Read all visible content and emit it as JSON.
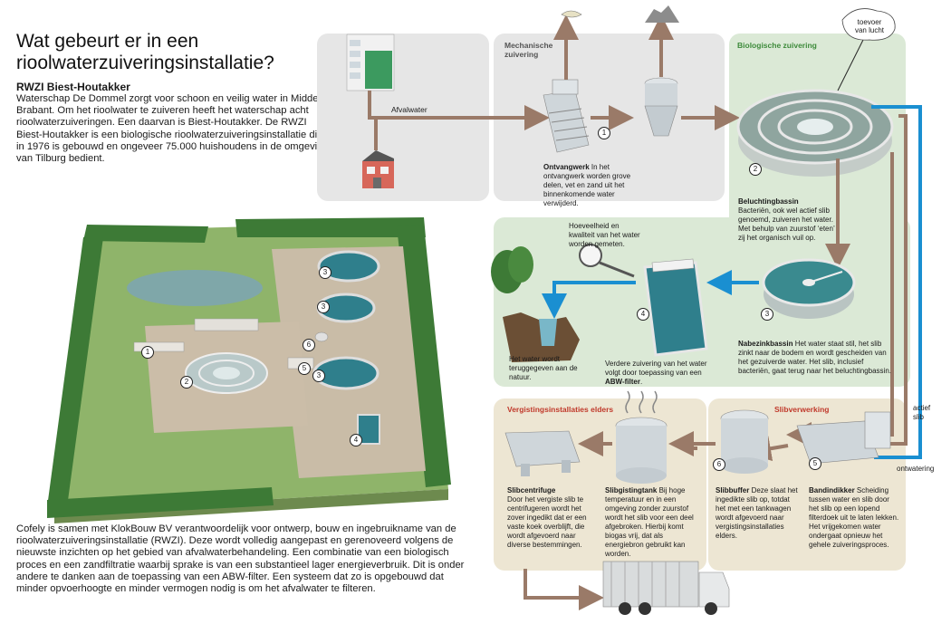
{
  "title": "Wat gebeurt er in een rioolwaterzuiveringsinstallatie?",
  "subtitle": "RWZI Biest-Houtakker",
  "intro": "Waterschap De Dommel zorgt voor schoon en veilig water in Midden-Brabant. Om het rioolwater te zuiveren heeft het waterschap acht rioolwaterzuiveringen. Een daarvan is Biest-Houtakker. De RWZI Biest-Houtakker is een biologische rioolwaterzuiveringsinstallatie die in 1976 is gebouwd en ongeveer 75.000 huishoudens in de omgeving van Tilburg bedient.",
  "outro": "Cofely is samen met KlokBouw BV verantwoordelijk voor ontwerp, bouw en ingebruikname van de rioolwaterzuiveringsinstallatie (RWZI). Deze wordt volledig aangepast en gerenoveerd volgens de nieuwste inzichten op het gebied van afvalwaterbehandeling. Een combinatie van een biologisch proces en een zandfiltratie waarbij sprake is van een substantieel lager energieverbruik. Dit is onder andere te danken aan de toepassing van een ABW-filter. Een systeem dat zo is opgebouwd dat minder opvoerhoogte en minder vermogen nodig is om het afvalwater te filteren.",
  "labels": {
    "afvalwater": "Afvalwater",
    "mechanische": "Mechanische zuivering",
    "biologische": "Biologische  zuivering",
    "toevoer": "toevoer van lucht",
    "vergisting": "Vergistingsinstallaties elders",
    "slibverwerking": "Slibverwerking",
    "actief_slib": "actief slib",
    "ontwatering": "ontwatering",
    "meting": "Hoeveelheid en kwaliteit van het water worden gemeten."
  },
  "map_numbers": [
    "1",
    "2",
    "3",
    "3",
    "3",
    "4",
    "5",
    "6"
  ],
  "steps": {
    "ontvangwerk": {
      "num": "1",
      "name": "Ontvangwerk",
      "text": " In het ontvangwerk worden grove delen, vet en zand uit het binnenkomende water verwijderd."
    },
    "beluchting": {
      "num": "2",
      "name": "Beluchtingbassin",
      "text": "Bacteriën, ook wel actief slib genoemd, zuiveren het water. Met behulp van zuurstof ‘eten’ zij het organisch vuil op."
    },
    "nabezink": {
      "num": "3",
      "name": "Nabezinkbassin",
      "text": " Het water staat stil, het slib zinkt naar de bodem en wordt gescheiden van het gezuiverde water. Het slib, inclusief bacteriën, gaat terug naar het beluchtingbassin."
    },
    "teruggegeven": {
      "text": "Het water wordt teruggegeven aan de natuur."
    },
    "abw": {
      "num": "4",
      "pre": "Verdere zuivering van het water volgt door toepassing van een ",
      "name": "ABW-filter",
      "post": "."
    },
    "bandindikker": {
      "num": "5",
      "name": "Bandindikker",
      "text": " Scheiding tussen water en slib door het slib op een lopend filterdoek uit te laten lekken. Het vrijgekomen water ondergaat opnieuw het gehele zuiveringsproces."
    },
    "slibbuffer": {
      "num": "6",
      "name": "Slibbuffer",
      "text": " Deze slaat het ingedikte slib op, totdat het met een tankwagen wordt afgevoerd naar vergistingsinstallaties elders."
    },
    "gistingtank": {
      "name": "Slibgistingtank",
      "text": " Bij hoge temperatuur en in een omgeving zonder zuurstof wordt het slib voor een deel afgebroken. Hierbij komt biogas vrij, dat als energiebron gebruikt kan worden."
    },
    "centrifuge": {
      "name": "Slibcentrifuge",
      "text": " Door het vergiste slib te centrifugeren wordt het zover ingedikt dat er een vaste koek overblijft, die wordt afgevoerd naar diverse bestemmingen."
    }
  },
  "colors": {
    "water_arrow": "#1a8fd1",
    "flow_arrow": "#9a7a68",
    "panel_grey": "#e6e6e6",
    "panel_green": "#dbe9d6",
    "panel_beige": "#ede6d3"
  }
}
